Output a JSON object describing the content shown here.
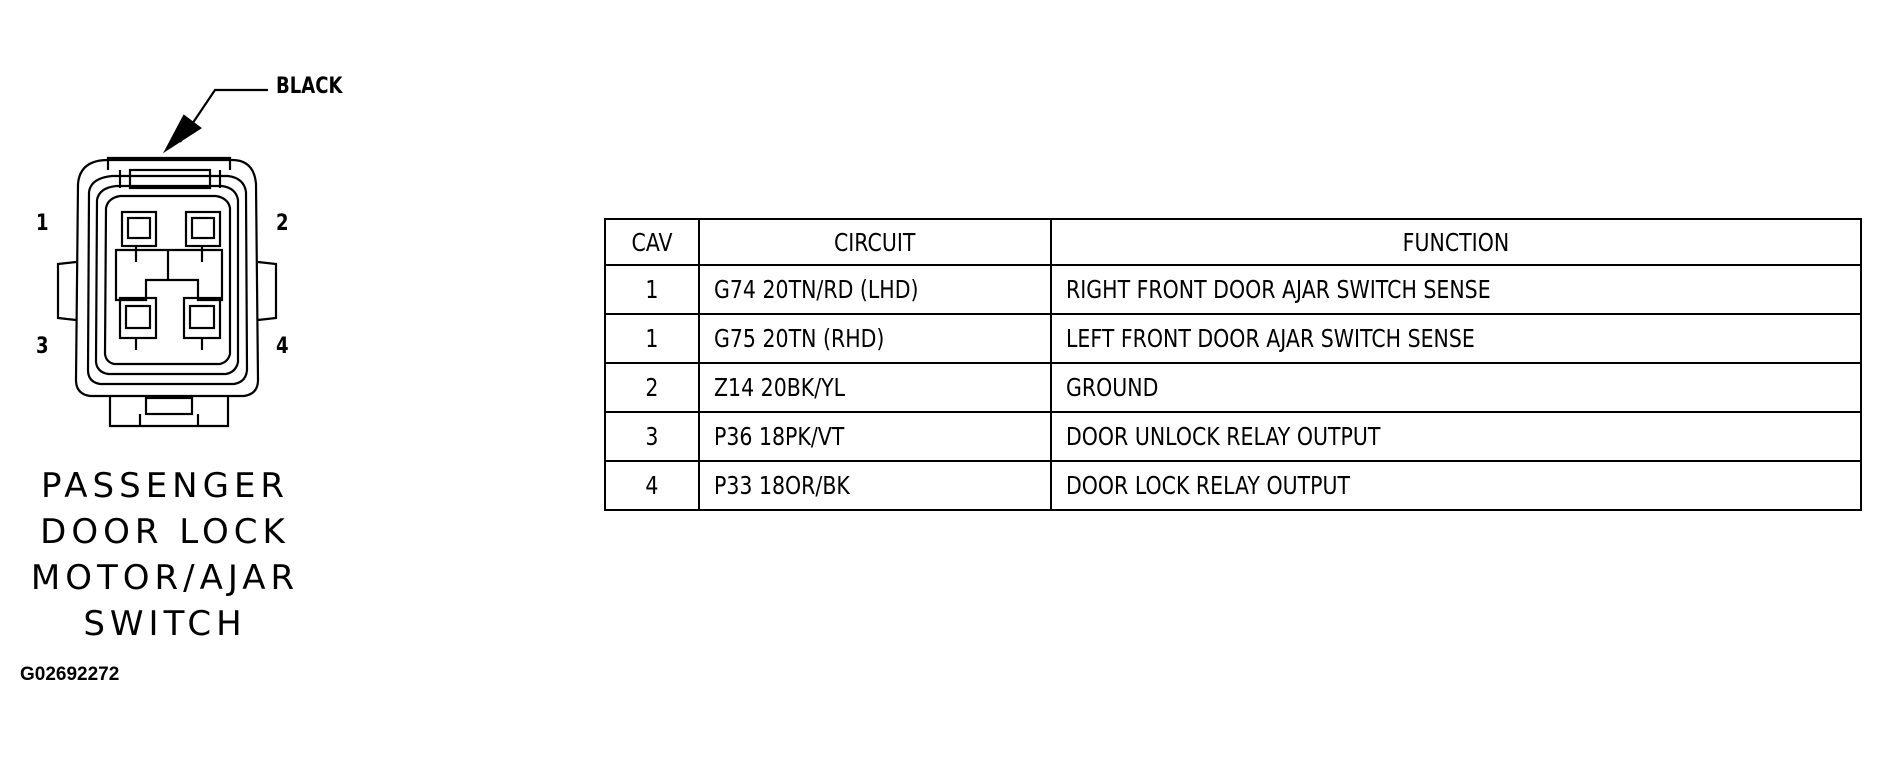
{
  "connector": {
    "color_label": "BLACK",
    "pin_labels": [
      "1",
      "2",
      "3",
      "4"
    ],
    "name_lines": [
      "PASSENGER",
      "DOOR LOCK",
      "MOTOR/AJAR",
      "SWITCH"
    ],
    "figure_id": "G02692272"
  },
  "table": {
    "headers": [
      "CAV",
      "CIRCUIT",
      "FUNCTION"
    ],
    "rows": [
      {
        "cav": "1",
        "circuit": "G74 20TN/RD (LHD)",
        "function": "RIGHT FRONT DOOR AJAR SWITCH SENSE"
      },
      {
        "cav": "1",
        "circuit": "G75 20TN (RHD)",
        "function": "LEFT FRONT DOOR AJAR SWITCH SENSE"
      },
      {
        "cav": "2",
        "circuit": "Z14 20BK/YL",
        "function": "GROUND"
      },
      {
        "cav": "3",
        "circuit": "P36 18PK/VT",
        "function": "DOOR UNLOCK RELAY OUTPUT"
      },
      {
        "cav": "4",
        "circuit": "P33 18OR/BK",
        "function": "DOOR LOCK RELAY OUTPUT"
      }
    ]
  }
}
